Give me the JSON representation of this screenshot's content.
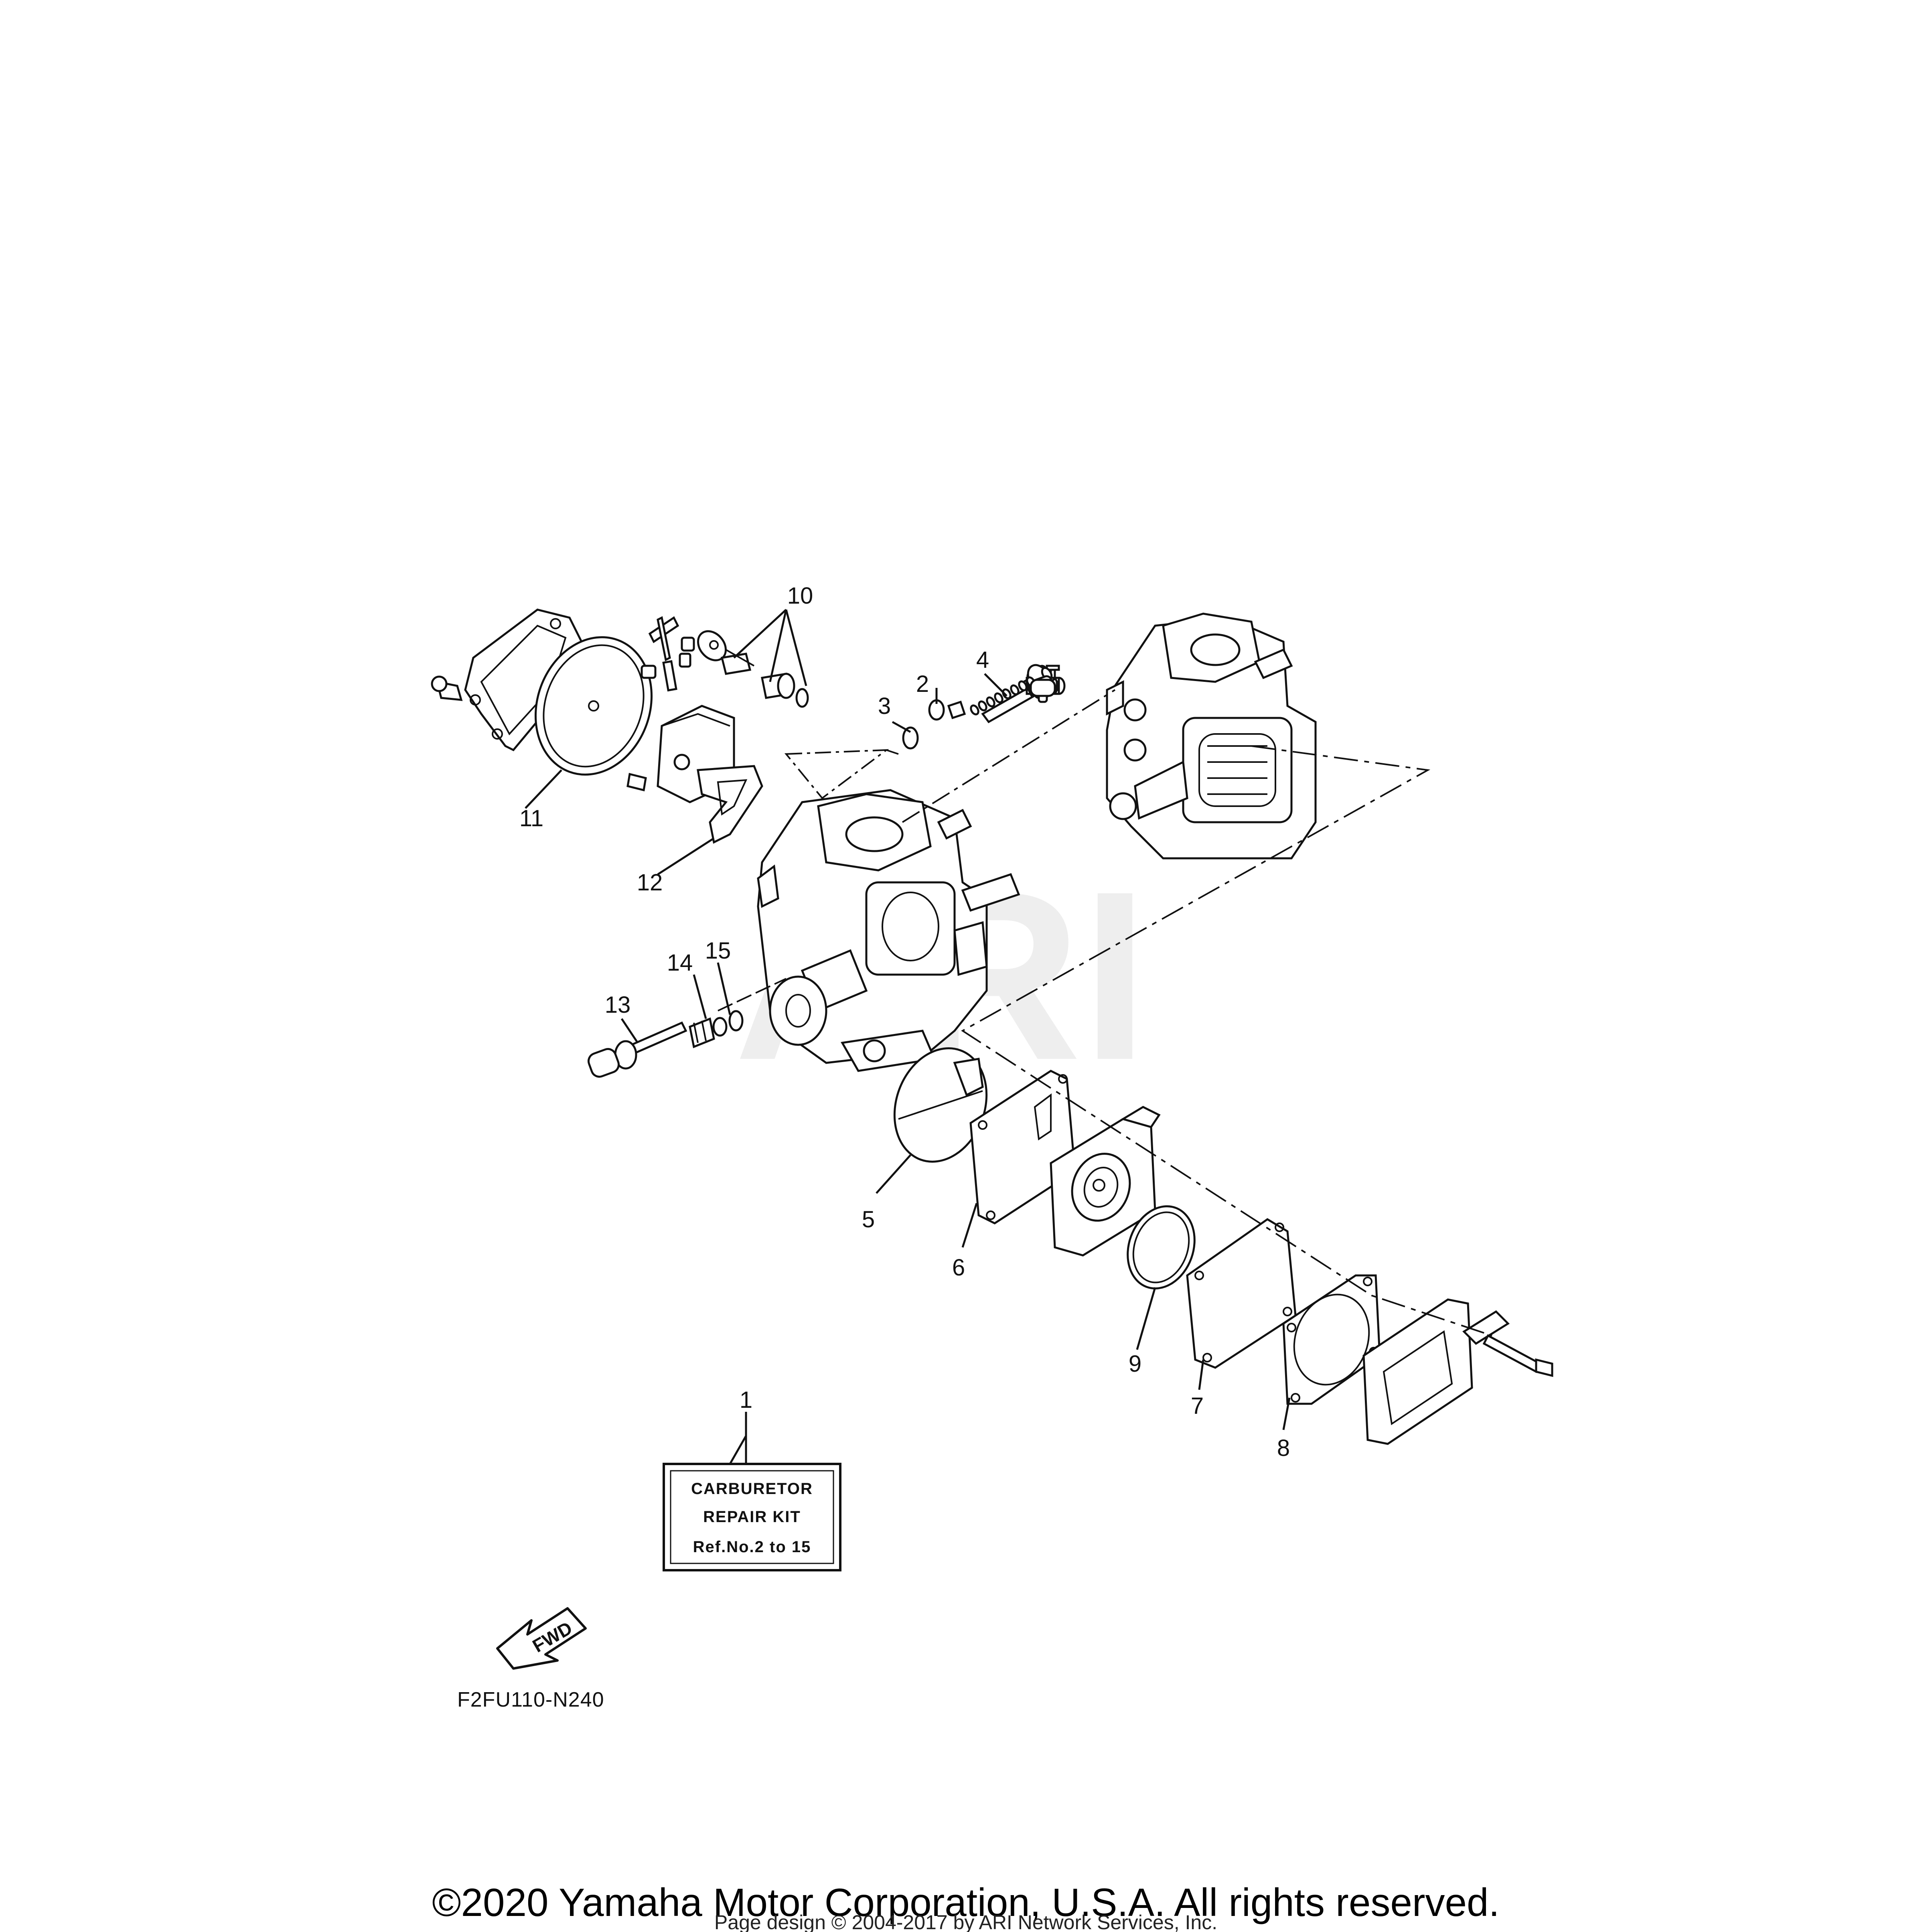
{
  "callouts": [
    "1",
    "2",
    "3",
    "4",
    "5",
    "6",
    "7",
    "8",
    "9",
    "10",
    "11",
    "12",
    "13",
    "14",
    "15"
  ],
  "kit_label": {
    "line1": "CARBURETOR",
    "line2": "REPAIR KIT",
    "line3": "Ref.No.2 to 15"
  },
  "fwd_label": "FWD",
  "diagram_code": "F2FU110-N240",
  "watermark": "ARI",
  "copyright": "©2020 Yamaha Motor Corporation, U.S.A. All rights reserved.",
  "page_design": "Page design © 2004-2017 by ARI Network Services, Inc."
}
